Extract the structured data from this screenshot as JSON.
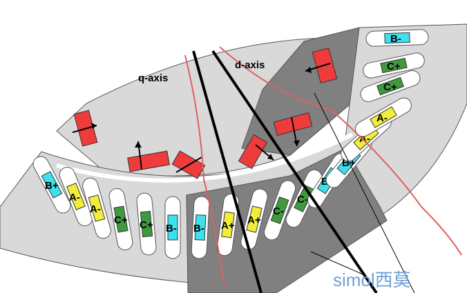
{
  "labels": {
    "q_axis": "q-axis",
    "d_axis": "d-axis",
    "watermark": "simol西莫"
  },
  "slots": [
    {
      "id": "s1",
      "label": "B+",
      "color": "#3ee0ee"
    },
    {
      "id": "s2",
      "label": "A-",
      "color": "#f0ee3a"
    },
    {
      "id": "s3",
      "label": "A-",
      "color": "#f0ee3a"
    },
    {
      "id": "s4",
      "label": "C+",
      "color": "#3f9a3f"
    },
    {
      "id": "s5",
      "label": "C+",
      "color": "#3f9a3f"
    },
    {
      "id": "s6",
      "label": "B-",
      "color": "#3ee0ee"
    },
    {
      "id": "s7",
      "label": "B-",
      "color": "#3ee0ee"
    },
    {
      "id": "s8",
      "label": "A+",
      "color": "#f0ee3a"
    },
    {
      "id": "s9",
      "label": "A+",
      "color": "#f0ee3a"
    },
    {
      "id": "s10",
      "label": "C-",
      "color": "#3f9a3f"
    },
    {
      "id": "s11",
      "label": "C-",
      "color": "#3f9a3f"
    },
    {
      "id": "s12",
      "label": "B+",
      "color": "#3ee0ee"
    },
    {
      "id": "s13",
      "label": "B+",
      "color": "#3ee0ee"
    },
    {
      "id": "s14",
      "label": "A-",
      "color": "#f0ee3a"
    },
    {
      "id": "s15",
      "label": "A-",
      "color": "#f0ee3a"
    },
    {
      "id": "s16",
      "label": "C+",
      "color": "#3f9a3f"
    },
    {
      "id": "s17",
      "label": "C+",
      "color": "#3f9a3f"
    },
    {
      "id": "s18",
      "label": "B-",
      "color": "#3ee0ee"
    }
  ],
  "colors": {
    "stator_light": "#d9d9d9",
    "stator_dark": "#808080",
    "magnet": "#ee3b3b",
    "flux_line": "#e05050",
    "axis_line": "#000000"
  }
}
